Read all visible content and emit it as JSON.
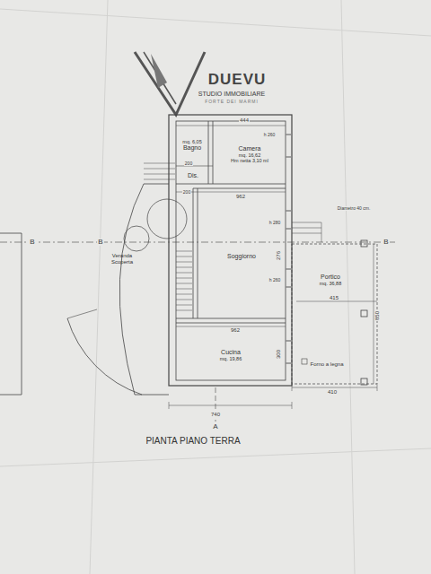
{
  "diagram": {
    "caption": "PIANTA PIANO TERRA",
    "nodes": [
      {
        "text": [
          "mq. 6,05",
          "Bagno"
        ]
      },
      {
        "text": [
          "Camera",
          "mq. 16,62",
          "Hm netta 3,10 ml"
        ]
      },
      {
        "text": [
          "Dis."
        ]
      },
      {
        "text": [
          "Soggiorno"
        ]
      },
      {
        "text": [
          "Veranda Scoperta"
        ]
      },
      {
        "text": [
          "Portico",
          "mq. 36,88"
        ]
      },
      {
        "text": [
          "Cucina",
          "mq. 19,86"
        ]
      }
    ],
    "labels": [
      "DUEVU",
      "STUDIO IMMOBILIARE",
      "FORTE DEI MARMI",
      "444",
      "962",
      "962",
      "740",
      "415",
      "410",
      "850",
      "276",
      "300",
      "200",
      "200",
      "h 260",
      "h 280",
      "h 260",
      "B",
      "B",
      "B",
      "A",
      "Diametro 40 cm.",
      "Forno a legna"
    ]
  }
}
